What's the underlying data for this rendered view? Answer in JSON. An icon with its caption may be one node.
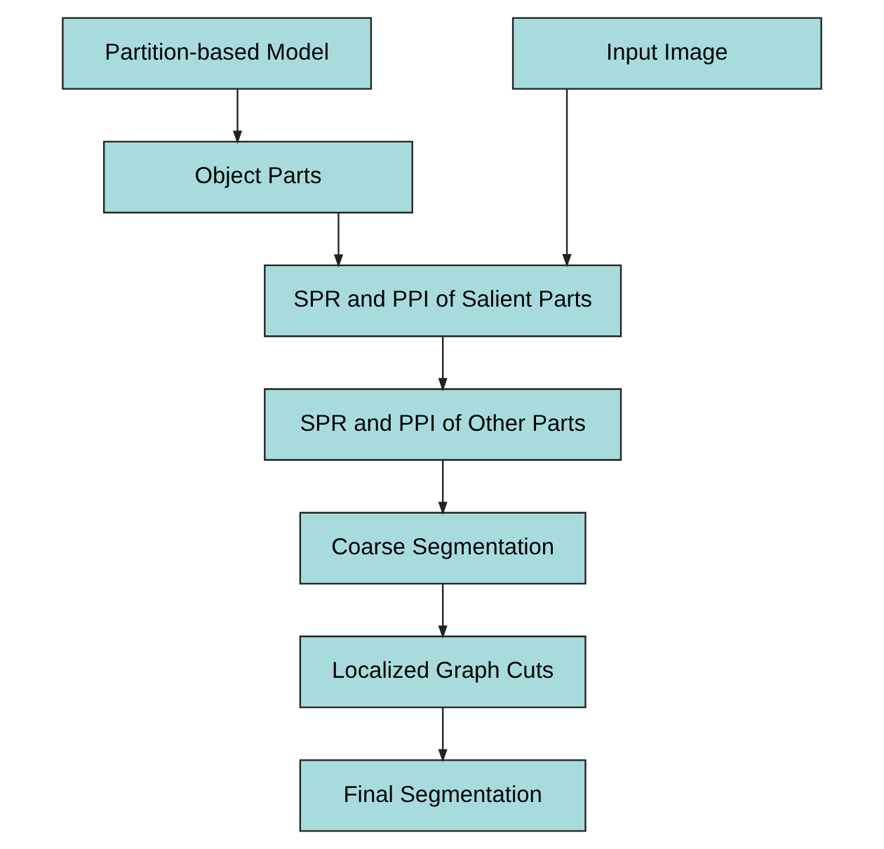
{
  "diagram": {
    "nodes": [
      {
        "text": [
          "Partition-based Model"
        ]
      },
      {
        "text": [
          "Input Image"
        ]
      },
      {
        "text": [
          "Object Parts"
        ]
      },
      {
        "text": [
          "SPR and PPI of Salient Parts"
        ]
      },
      {
        "text": [
          "SPR and PPI of Other Parts"
        ]
      },
      {
        "text": [
          "Coarse Segmentation"
        ]
      },
      {
        "text": [
          "Localized Graph Cuts"
        ]
      },
      {
        "text": [
          "Final Segmentation"
        ]
      }
    ],
    "edges": [
      {
        "from": 0,
        "to": 2,
        "arrow": "to"
      },
      {
        "from": 2,
        "to": 3,
        "arrow": "to"
      },
      {
        "from": 1,
        "to": 3,
        "arrow": "to"
      },
      {
        "from": 3,
        "to": 4,
        "arrow": "to"
      },
      {
        "from": 4,
        "to": 5,
        "arrow": "to"
      },
      {
        "from": 5,
        "to": 6,
        "arrow": "to"
      },
      {
        "from": 6,
        "to": 7,
        "arrow": "to"
      }
    ]
  }
}
